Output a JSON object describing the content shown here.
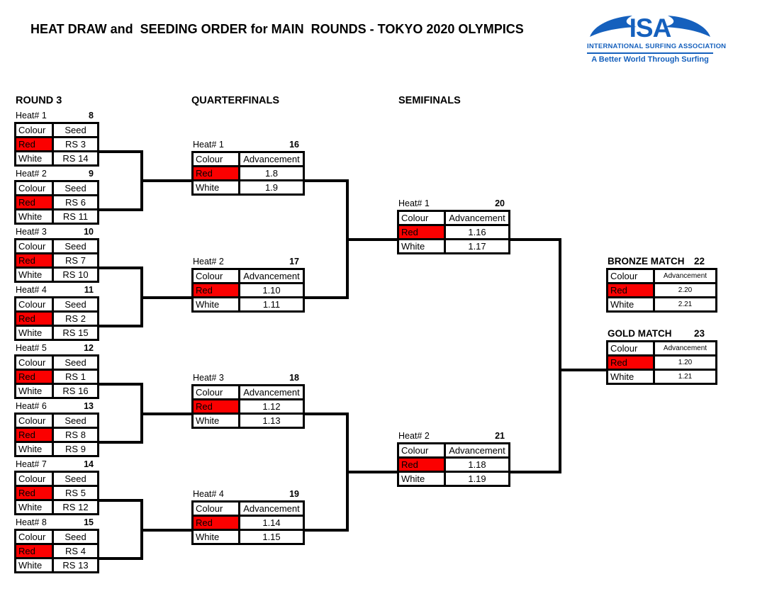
{
  "title": "HEAT DRAW and  SEEDING ORDER for MAIN  ROUNDS - TOKYO 2020 OLYMPICS",
  "logo": {
    "acronym": "ISA",
    "name": "INTERNATIONAL SURFING ASSOCIATION",
    "tagline": "A Better World Through Surfing"
  },
  "colors": {
    "red": "#FB0000",
    "logo_blue": "#1560BD",
    "line": "#000000"
  },
  "sections": {
    "round3": "ROUND 3",
    "quarterfinals": "QUARTERFINALS",
    "semifinals": "SEMIFINALS"
  },
  "labels": {
    "colour": "Colour",
    "seed": "Seed",
    "advancement": "Advancement",
    "red": "Red",
    "white": "White"
  },
  "round3": {
    "heats": [
      {
        "label": "Heat# 1",
        "number": "8",
        "red": "RS 3",
        "white": "RS 14"
      },
      {
        "label": "Heat# 2",
        "number": "9",
        "red": "RS 6",
        "white": "RS 11"
      },
      {
        "label": "Heat# 3",
        "number": "10",
        "red": "RS 7",
        "white": "RS 10"
      },
      {
        "label": "Heat# 4",
        "number": "11",
        "red": "RS 2",
        "white": "RS 15"
      },
      {
        "label": "Heat# 5",
        "number": "12",
        "red": "RS 1",
        "white": "RS 16"
      },
      {
        "label": "Heat# 6",
        "number": "13",
        "red": "RS 8",
        "white": "RS 9"
      },
      {
        "label": "Heat# 7",
        "number": "14",
        "red": "RS 5",
        "white": "RS 12"
      },
      {
        "label": "Heat# 8",
        "number": "15",
        "red": "RS 4",
        "white": "RS 13"
      }
    ]
  },
  "quarterfinals": {
    "heats": [
      {
        "label": "Heat# 1",
        "number": "16",
        "red": "1.8",
        "white": "1.9"
      },
      {
        "label": "Heat# 2",
        "number": "17",
        "red": "1.10",
        "white": "1.11"
      },
      {
        "label": "Heat# 3",
        "number": "18",
        "red": "1.12",
        "white": "1.13"
      },
      {
        "label": "Heat# 4",
        "number": "19",
        "red": "1.14",
        "white": "1.15"
      }
    ]
  },
  "semifinals": {
    "heats": [
      {
        "label": "Heat# 1",
        "number": "20",
        "red": "1.16",
        "white": "1.17"
      },
      {
        "label": "Heat# 2",
        "number": "21",
        "red": "1.18",
        "white": "1.19"
      }
    ]
  },
  "finals": {
    "bronze": {
      "label": "BRONZE MATCH",
      "number": "22",
      "red": "2.20",
      "white": "2.21"
    },
    "gold": {
      "label": "GOLD MATCH",
      "number": "23",
      "red": "1.20",
      "white": "1.21"
    }
  }
}
